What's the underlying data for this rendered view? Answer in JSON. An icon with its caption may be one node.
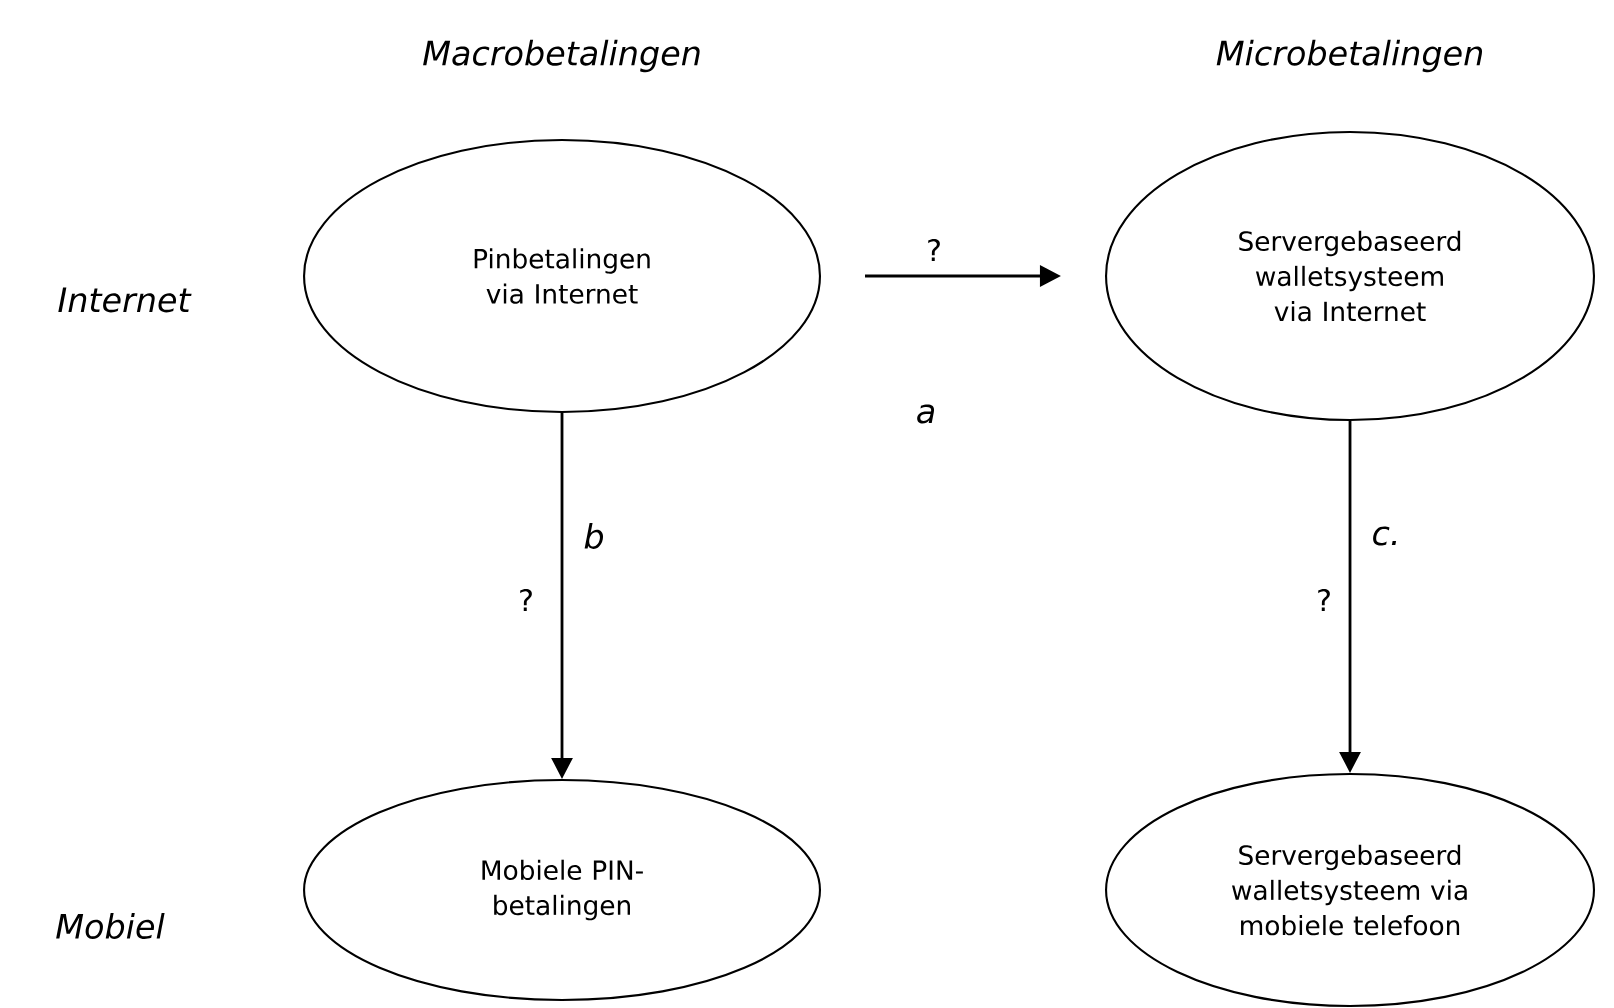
{
  "diagram": {
    "nodes": [
      {
        "text": [
          "Pinbetalingen via Internet"
        ]
      },
      {
        "text": [
          "Servergebaseerd walletsysteem via Internet"
        ]
      },
      {
        "text": [
          "Mobiele PIN-betalingen"
        ]
      },
      {
        "text": [
          "Servergebaseerd walletsysteem via mobiele telefoon"
        ]
      }
    ],
    "edges": [
      {
        "from": 0,
        "to": 1,
        "arrow": "to",
        "label": "?"
      },
      {
        "from": 0,
        "to": 2,
        "arrow": "to",
        "label": "?"
      },
      {
        "from": 1,
        "to": 3,
        "arrow": "to",
        "label": "?"
      }
    ],
    "labels": [
      "Macrobetalingen",
      "Microbetalingen",
      "Internet",
      "a",
      "b",
      "c.",
      "Mobiel"
    ]
  }
}
